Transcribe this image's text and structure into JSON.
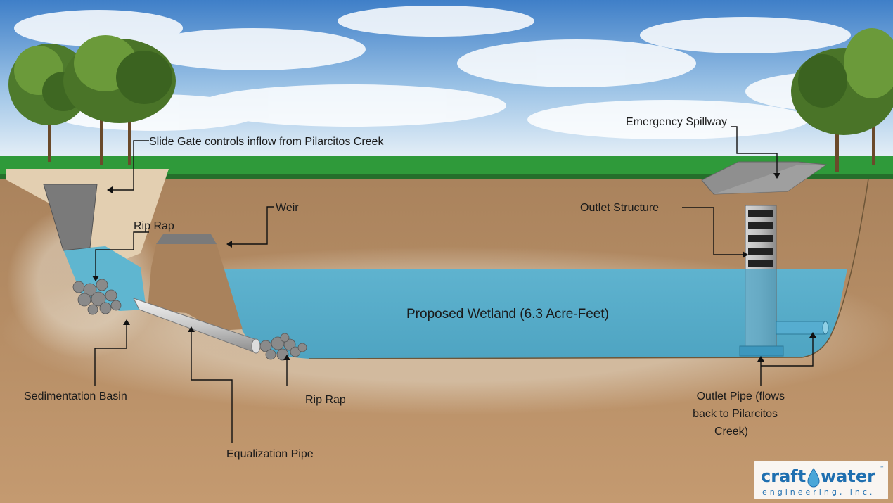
{
  "labels": {
    "slide_gate": "Slide Gate controls inflow from Pilarcitos Creek",
    "emergency_spillway": "Emergency Spillway",
    "weir": "Weir",
    "outlet_structure": "Outlet Structure",
    "rip_rap_upper": "Rip Rap",
    "wetland": "Proposed Wetland (6.3 Acre-Feet)",
    "sedimentation_basin": "Sedimentation Basin",
    "equalization_pipe": "Equalization Pipe",
    "rip_rap_lower": "Rip Rap",
    "outlet_pipe_line1": "Outlet Pipe (flows",
    "outlet_pipe_line2": "back to Pilarcitos",
    "outlet_pipe_line3": "Creek)"
  },
  "logo": {
    "word1": "craft",
    "word2": "water",
    "tm": "™",
    "tagline": "engineering, inc."
  },
  "colors": {
    "sky_top": "#3f7fc8",
    "grass": "#2f9a3a",
    "soil": "#b8926a",
    "water": "#5fb6d0",
    "logo_blue": "#1f6fb0"
  }
}
